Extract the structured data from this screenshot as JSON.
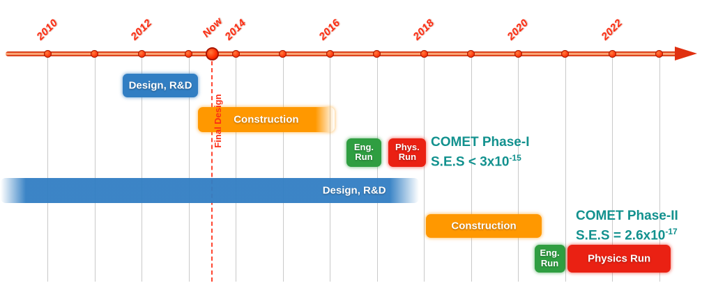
{
  "axis": {
    "start_year": 2010,
    "end_year": 2023,
    "now_year": 2013.5,
    "now_label": "Now",
    "final_design_label": "Final Design",
    "year_labels": [
      "2010",
      "2012",
      "2014",
      "2016",
      "2018",
      "2020",
      "2022"
    ]
  },
  "colors": {
    "blue": "#317ec3",
    "orange": "#ff9800",
    "green": "#2f9e41",
    "red": "#ea2113",
    "teal": "#12918e",
    "axis_red": "#e03010",
    "grid": "#c9c9c9"
  },
  "phases": [
    {
      "label": "Design, R&D",
      "start": 2011.6,
      "end": 2013.2,
      "color": "blue",
      "row": 0,
      "fade": "none"
    },
    {
      "label": "Construction",
      "start": 2013.2,
      "end": 2016.1,
      "color": "orange",
      "row": 1,
      "fade": "right"
    },
    {
      "label": "Eng.\nRun",
      "start": 2016.35,
      "end": 2017.1,
      "color": "green",
      "row": 2,
      "fade": "none"
    },
    {
      "label": "Phys.\nRun",
      "start": 2017.25,
      "end": 2018.05,
      "color": "red",
      "row": 2,
      "fade": "none"
    },
    {
      "label": "Design, R&D",
      "start": 2009.0,
      "end": 2017.9,
      "color": "blue",
      "row": 3,
      "fade": "both",
      "label_x_frac": 0.845
    },
    {
      "label": "Construction",
      "start": 2018.05,
      "end": 2020.5,
      "color": "orange",
      "row": 4,
      "fade": "none"
    },
    {
      "label": "Eng.\nRun",
      "start": 2020.35,
      "end": 2021.0,
      "color": "green",
      "row": 5,
      "fade": "none"
    },
    {
      "label": "Physics Run",
      "start": 2021.05,
      "end": 2023.25,
      "color": "red",
      "row": 5,
      "fade": "none"
    }
  ],
  "annotations": {
    "phase1": {
      "title": "COMET Phase-I",
      "ses_base": "S.E.S < 3x10",
      "ses_exp": "-15"
    },
    "phase2": {
      "title": "COMET Phase-II",
      "ses_base": "S.E.S = 2.6x10",
      "ses_exp": "-17"
    }
  }
}
